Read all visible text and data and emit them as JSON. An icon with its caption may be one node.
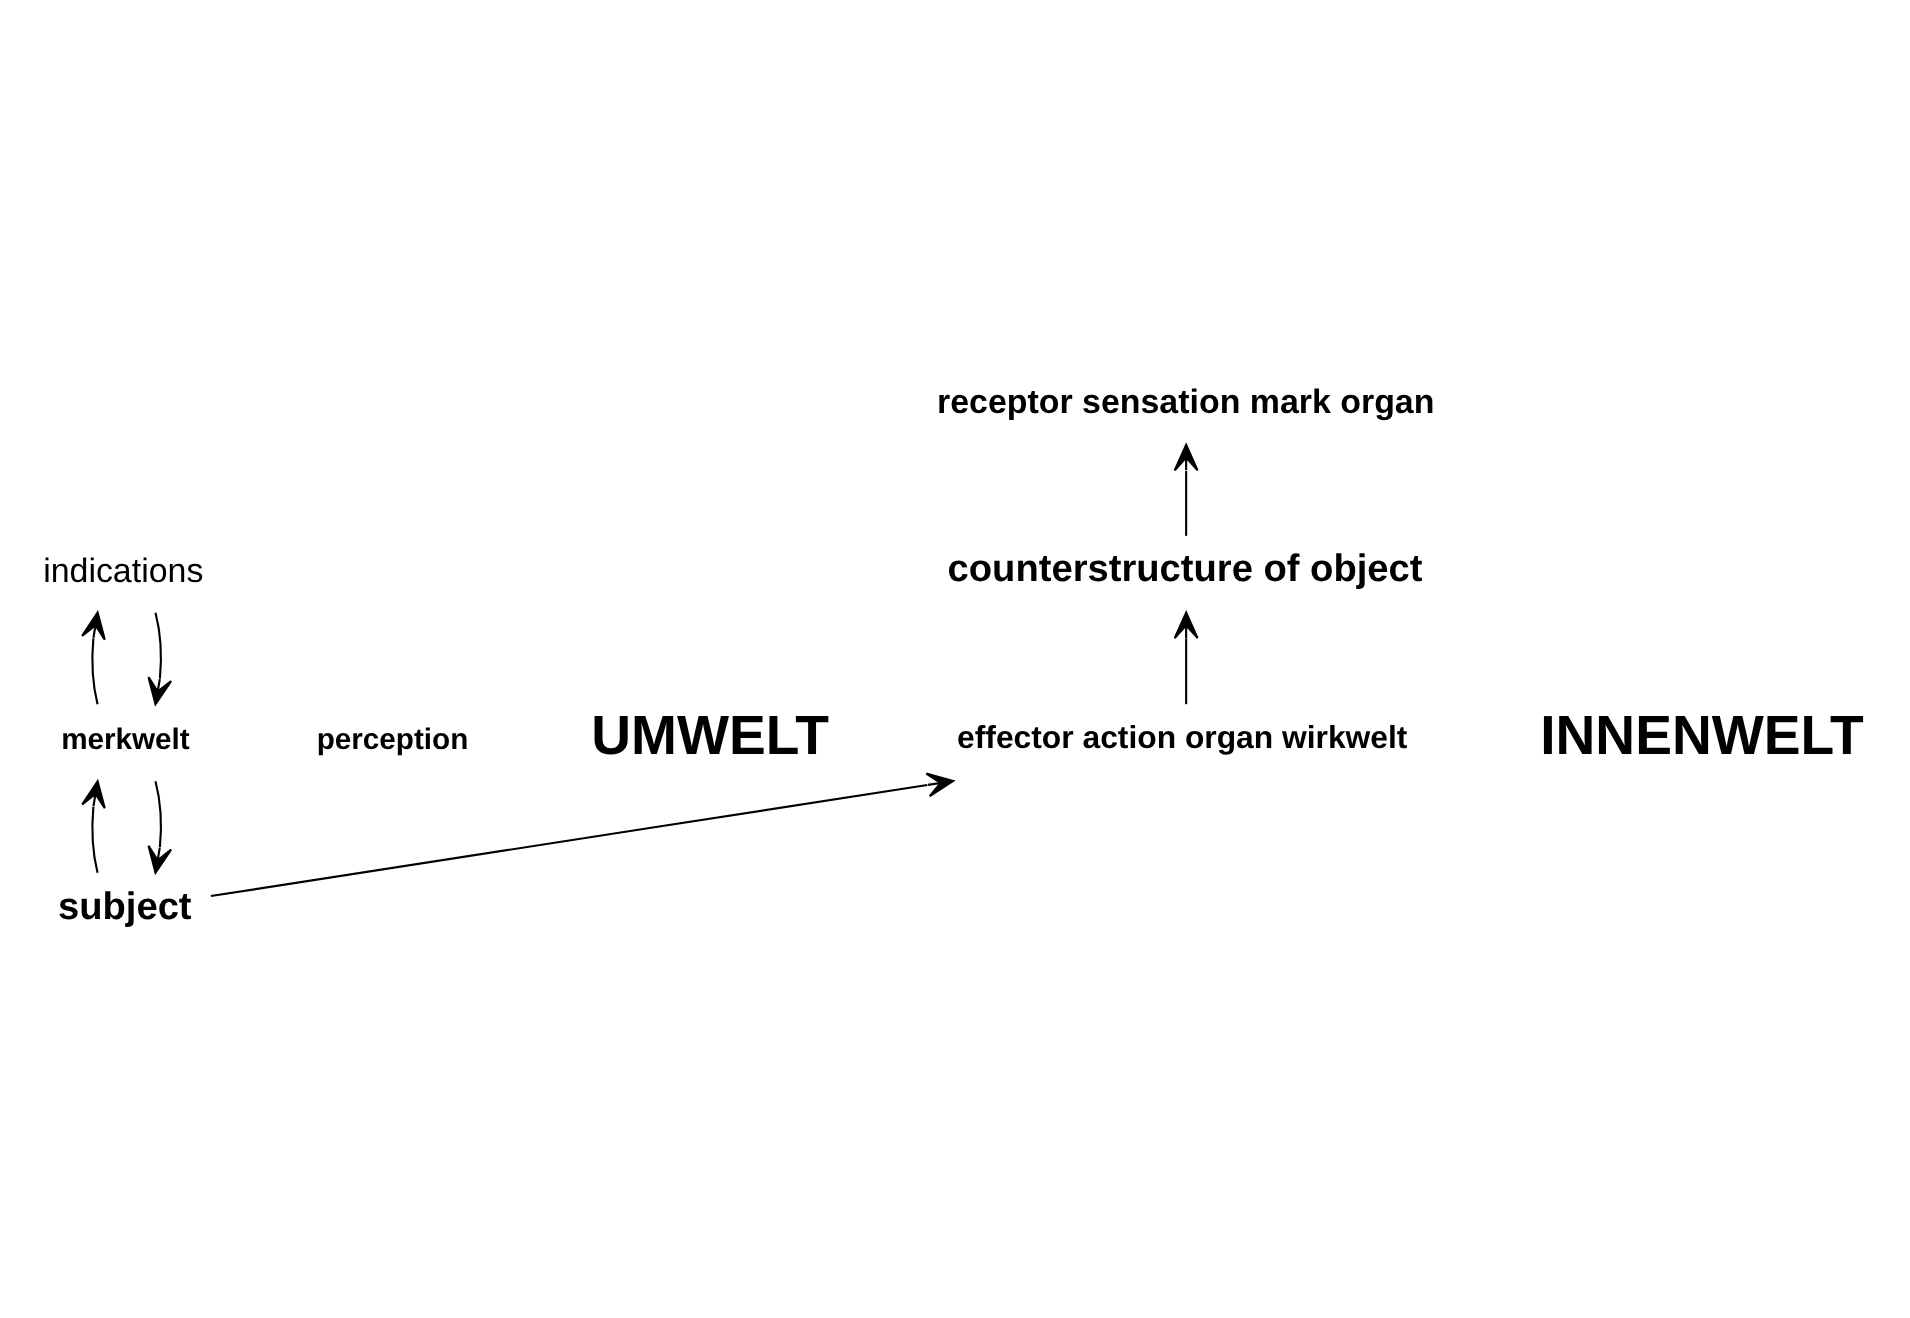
{
  "diagram": {
    "nodes": [
      {
        "text": [
          "receptor sensation mark organ"
        ]
      },
      {
        "text": [
          "indications"
        ]
      },
      {
        "text": [
          "counterstructure of object"
        ]
      },
      {
        "text": [
          "merkwelt"
        ]
      },
      {
        "text": [
          "effector action organ wirkwelt"
        ]
      },
      {
        "text": [
          "subject"
        ]
      }
    ],
    "edges": [
      {
        "from": 2,
        "to": 0,
        "arrow": "to"
      },
      {
        "from": 3,
        "to": 1,
        "arrow": "to"
      },
      {
        "from": 1,
        "to": 3,
        "arrow": "to"
      },
      {
        "from": 5,
        "to": 3,
        "arrow": "to"
      },
      {
        "from": 3,
        "to": 5,
        "arrow": "to"
      },
      {
        "from": 5,
        "to": 4,
        "arrow": "to"
      },
      {
        "from": 4,
        "to": 2,
        "arrow": "to"
      }
    ],
    "labels": [
      "perception",
      "UMWELT",
      "INNENWELT"
    ]
  }
}
